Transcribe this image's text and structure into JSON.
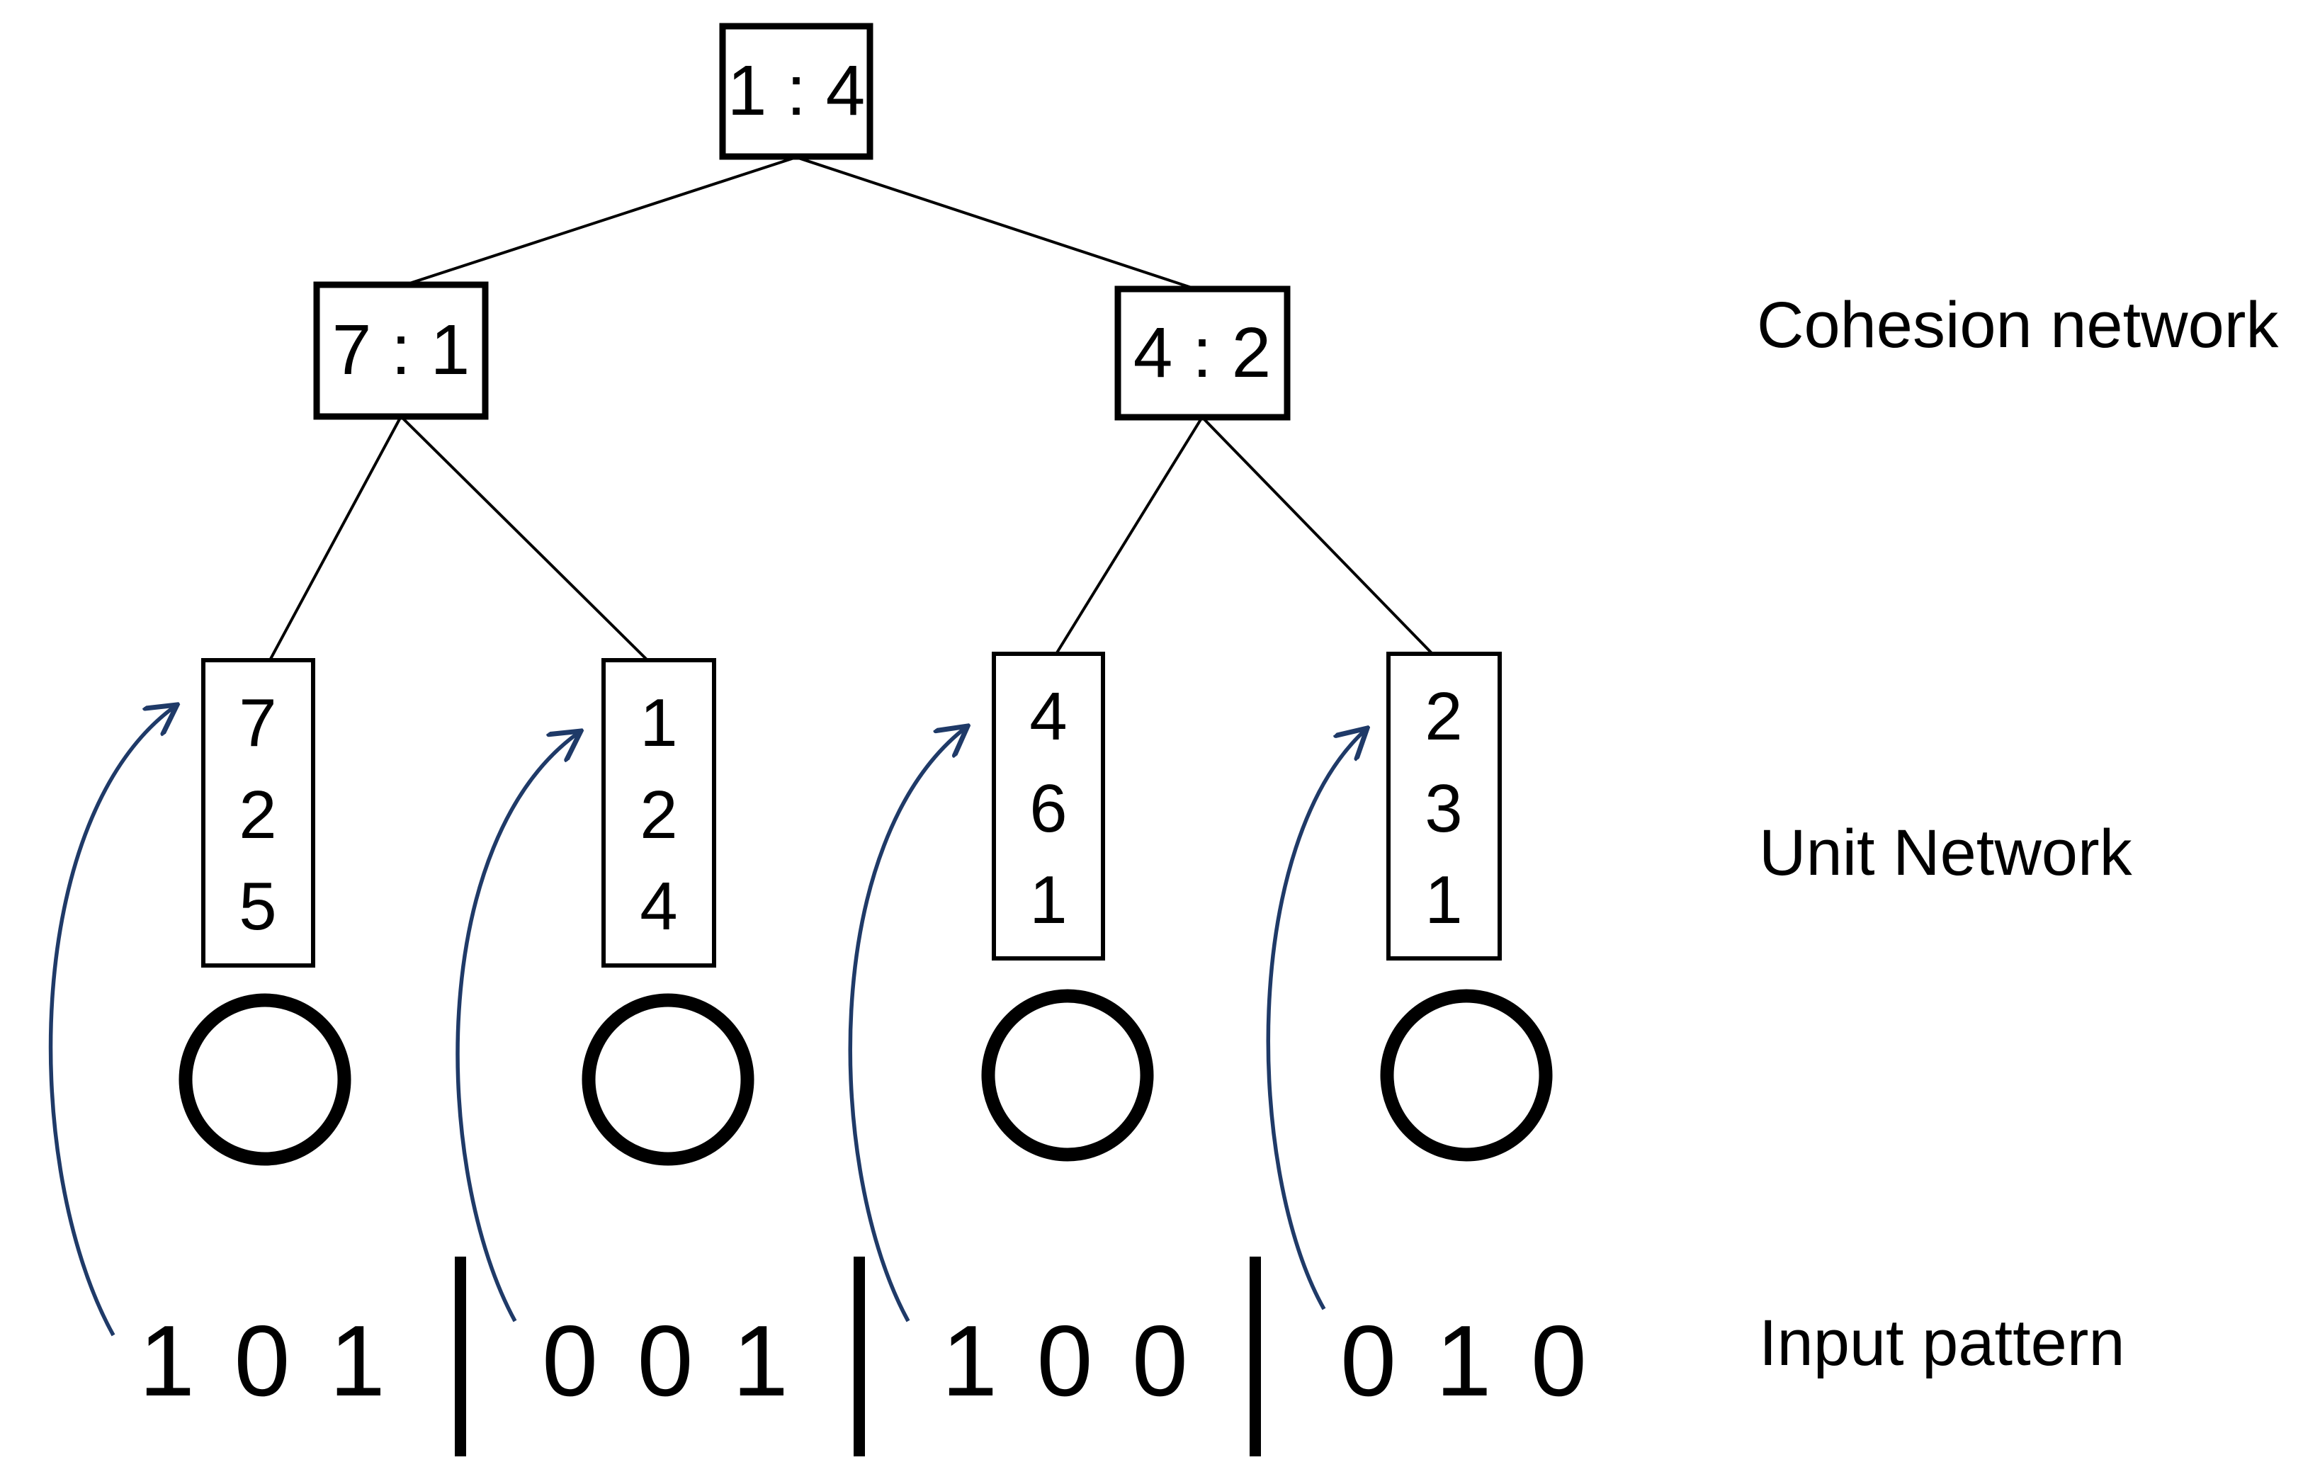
{
  "figure": {
    "cohesion": {
      "root": {
        "label": "1 : 4"
      },
      "left": {
        "label": "7 : 1"
      },
      "right": {
        "label": "4 : 2"
      }
    },
    "units": [
      {
        "digits": [
          "7",
          "2",
          "5"
        ]
      },
      {
        "digits": [
          "1",
          "2",
          "4"
        ]
      },
      {
        "digits": [
          "4",
          "6",
          "1"
        ]
      },
      {
        "digits": [
          "2",
          "3",
          "1"
        ]
      }
    ],
    "input_groups": [
      "1 0 1",
      "0 0 1",
      "1 0 0",
      "0 1 0"
    ],
    "labels": {
      "cohesion": "Cohesion network",
      "unit": "Unit Network",
      "input": "Input pattern"
    },
    "colors": {
      "line": "#000000",
      "arrow": "#1f3a68"
    }
  }
}
